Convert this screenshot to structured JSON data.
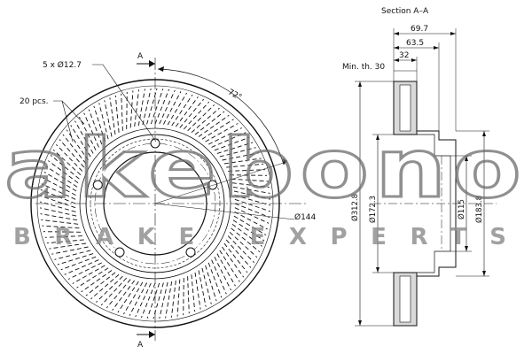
{
  "section_title": "Section A–A",
  "section_marks": {
    "top": "A",
    "bottom": "A"
  },
  "front_view": {
    "bolt_holes_label": "5 x Ø12.7",
    "slots_label": "20 pcs.",
    "angle_label": "72°",
    "bolt_circle_label": "Ø144",
    "bolt_holes_count": 5,
    "slots_count": 20
  },
  "section_view": {
    "width_outer": "69.7",
    "width_mid": "63.5",
    "width_inner": "32",
    "min_thickness": "Min. th. 30",
    "dia_outer": "Ø312.8",
    "dia_friction_inner": "Ø172.3",
    "dia_center_bore": "Ø115",
    "dia_hat": "Ø183.8"
  },
  "watermark": {
    "brand": "akebono",
    "tagline": "BRAKE EXPERTS"
  }
}
